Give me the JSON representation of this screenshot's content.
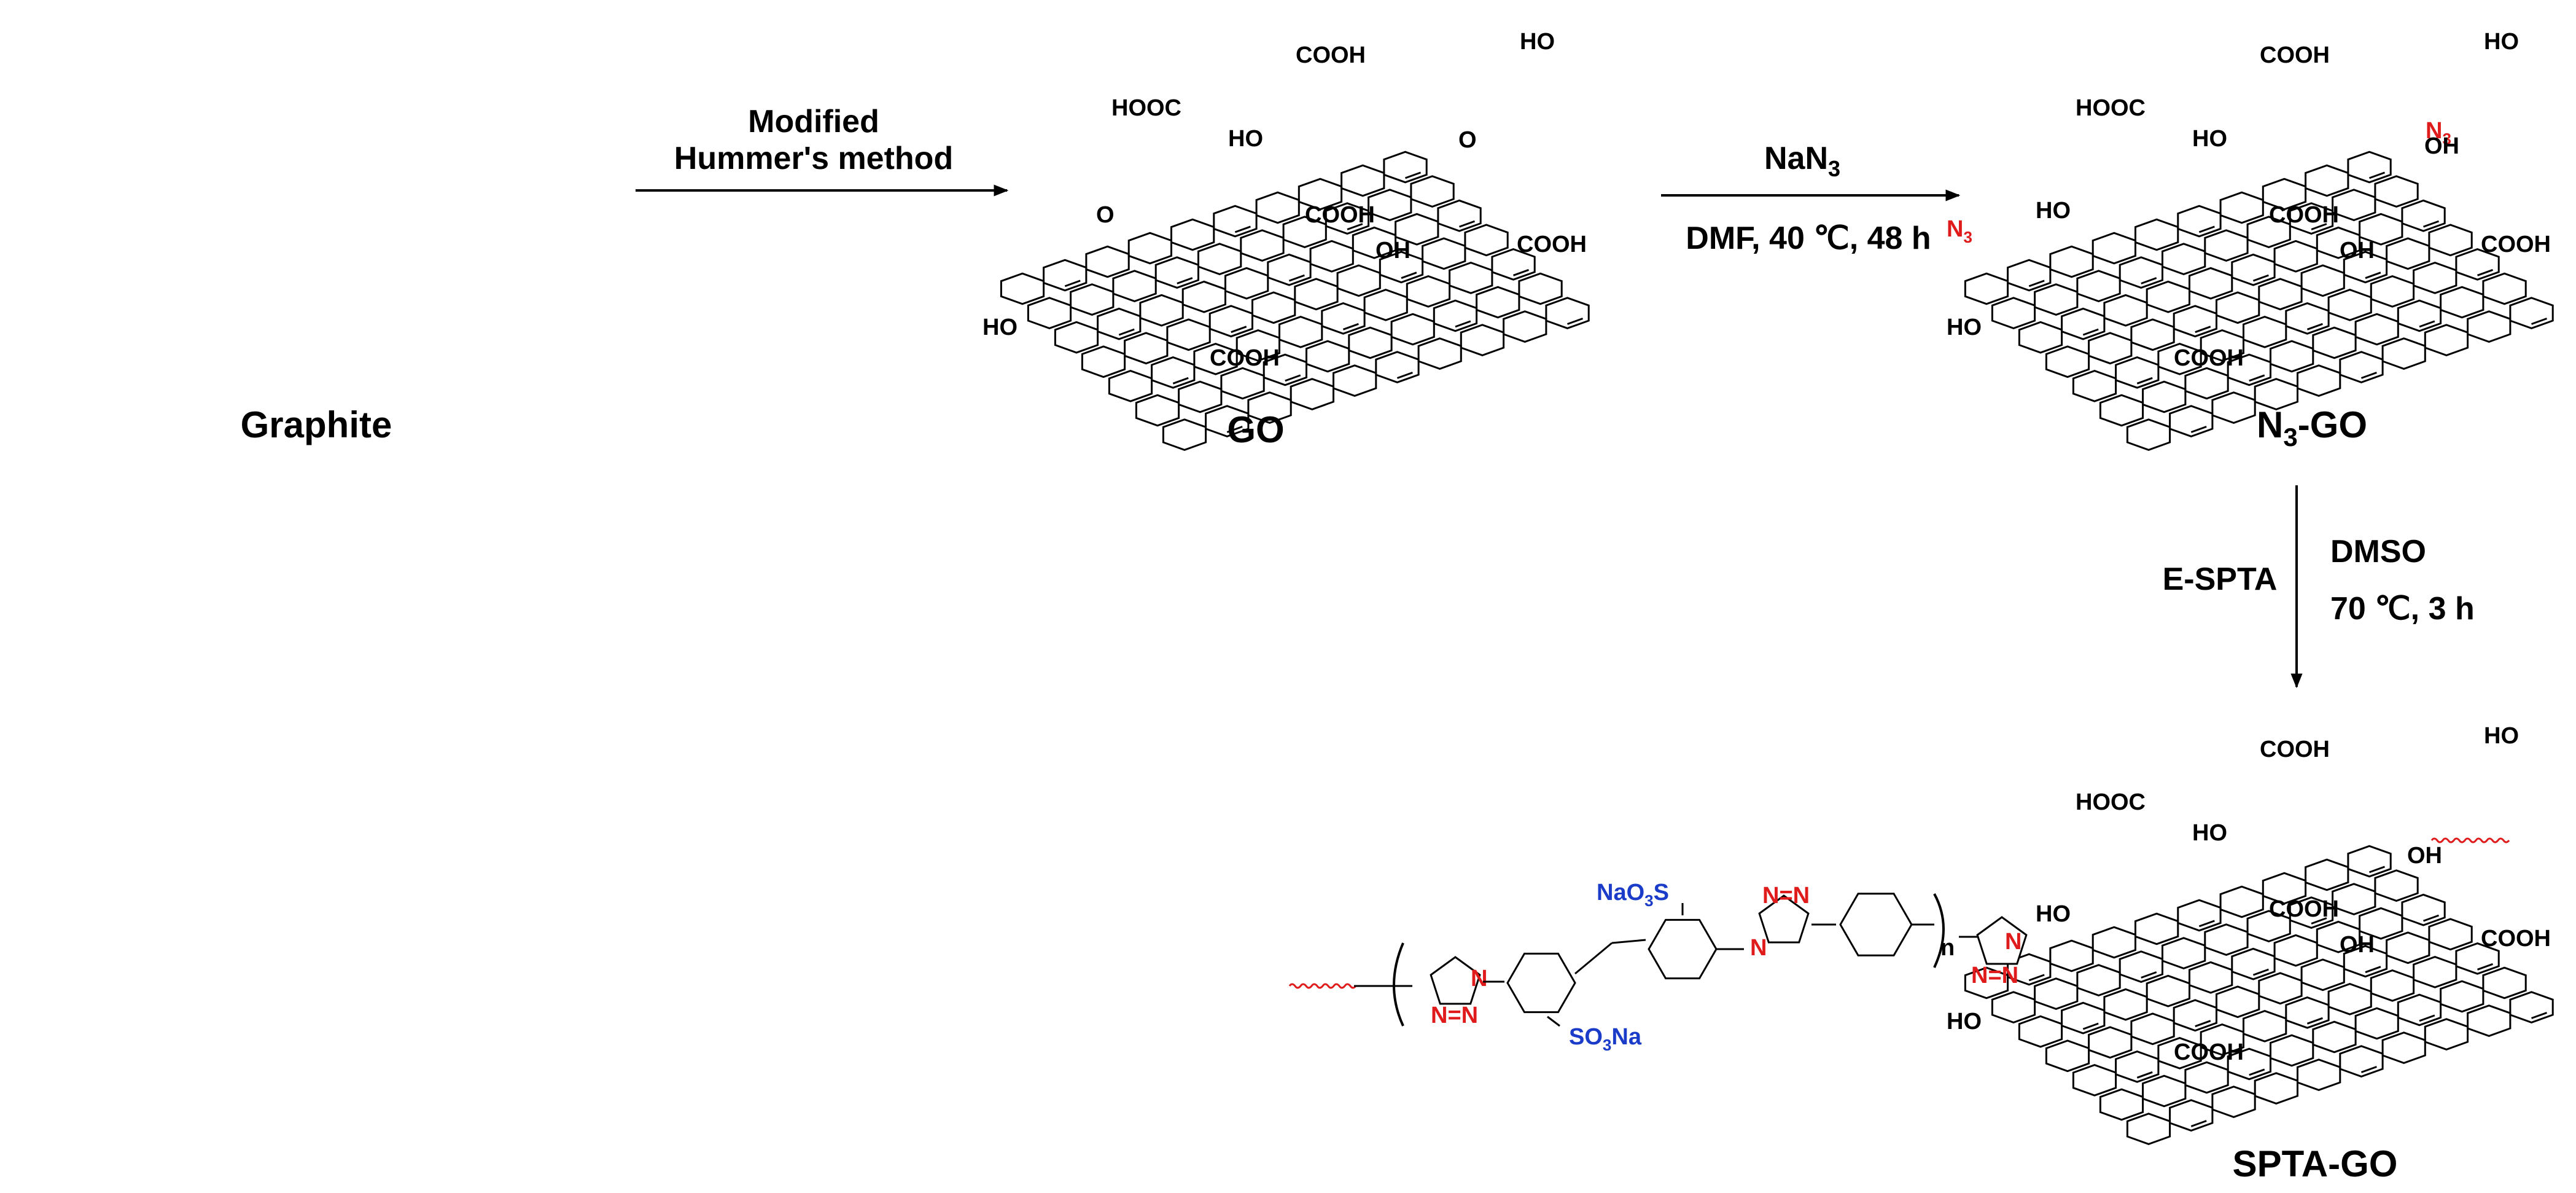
{
  "labels": {
    "graphite": "Graphite",
    "go": "GO",
    "n3go_main": "N",
    "n3go_sub": "3",
    "n3go_tail": "-GO",
    "sptago": "SPTA-GO"
  },
  "step1": {
    "line1": "Modified",
    "line2": "Hummer's method"
  },
  "step2": {
    "reagent_main": "NaN",
    "reagent_sub": "3",
    "conditions": "DMF, 40 ℃, 48 h"
  },
  "step3": {
    "reagent": "E-SPTA",
    "solvent": "DMSO",
    "conditions": "70 ℃, 3 h"
  },
  "groups": {
    "cooh": "COOH",
    "hooc": "HOOC",
    "ho": "HO",
    "oh": "OH",
    "o": "O",
    "n": "N",
    "n3_main": "N",
    "n3_sub": "3",
    "na_pre": "NaO",
    "na_sub": "3",
    "na_post": "S",
    "so3_pre": "SO",
    "so3_sub": "3",
    "so3_post": "Na",
    "repeat_n": "n"
  },
  "colors": {
    "azide": "#e01b1b",
    "sulfonate": "#1a3cc8",
    "bond": "#000000"
  }
}
